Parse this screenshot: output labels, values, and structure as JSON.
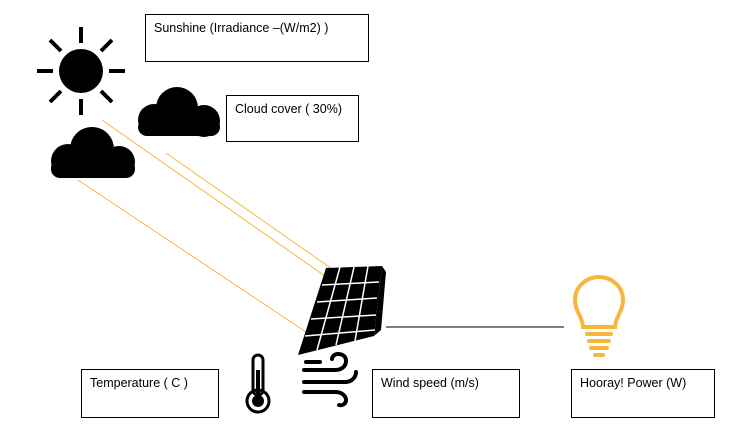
{
  "labels": {
    "sunshine": "Sunshine (Irradiance –(W/m2) )",
    "cloud_cover": "Cloud cover ( 30%)",
    "temperature": "Temperature ( C )",
    "wind_speed": "Wind speed (m/s)",
    "power": "Hooray! Power (W)"
  },
  "icons": [
    "sun-icon",
    "cloud-icon",
    "cloud-icon",
    "solar-panel-icon",
    "thermometer-icon",
    "wind-icon",
    "light-bulb-icon"
  ],
  "colors": {
    "ray": "#f5b83a",
    "bulb": "#f5b83a",
    "icon": "#000000",
    "box_border": "#000000"
  }
}
